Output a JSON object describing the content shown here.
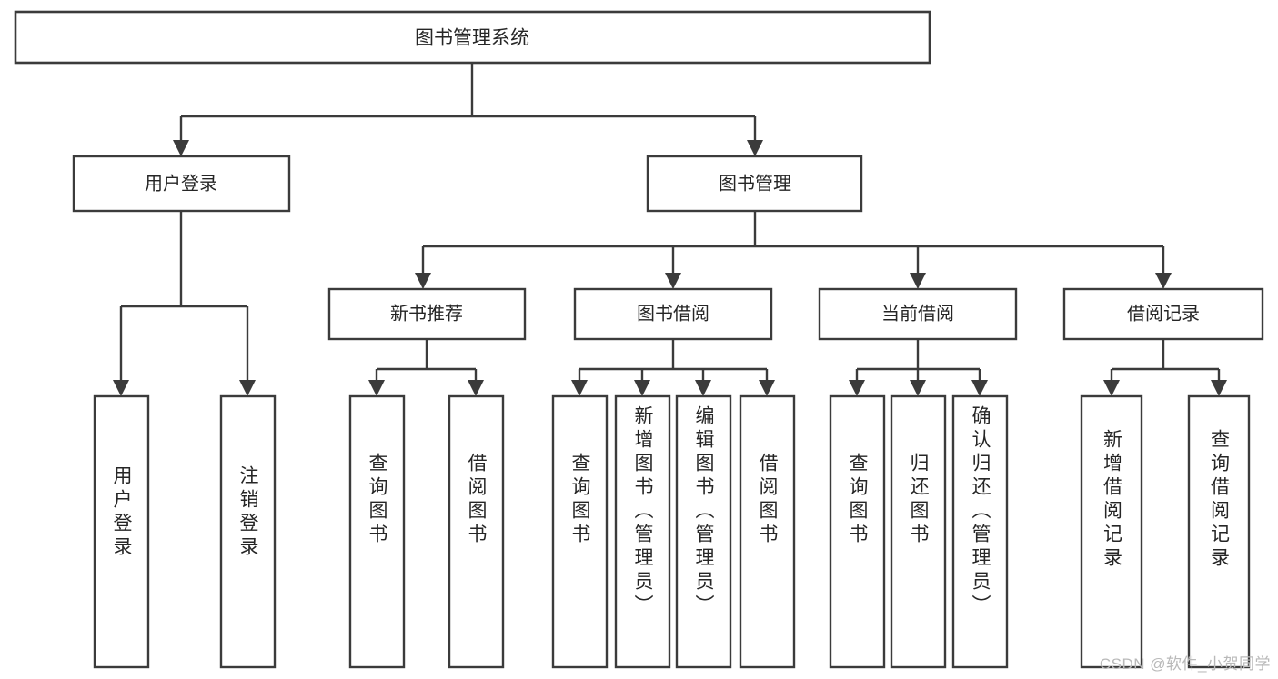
{
  "diagram": {
    "type": "tree",
    "title": "图书管理系统",
    "watermark": "CSDN @软件_小贺同学",
    "root": {
      "id": "root",
      "label": "图书管理系统"
    },
    "level2": [
      {
        "id": "user-login",
        "label": "用户登录"
      },
      {
        "id": "book-manage",
        "label": "图书管理"
      }
    ],
    "level3": [
      {
        "id": "new-book-recommend",
        "label": "新书推荐",
        "parent": "book-manage"
      },
      {
        "id": "book-borrow",
        "label": "图书借阅",
        "parent": "book-manage"
      },
      {
        "id": "current-borrow",
        "label": "当前借阅",
        "parent": "book-manage"
      },
      {
        "id": "borrow-record",
        "label": "借阅记录",
        "parent": "book-manage"
      }
    ],
    "leaves": [
      {
        "id": "leaf-user-login",
        "label": "用户登录",
        "parent": "user-login"
      },
      {
        "id": "leaf-logout-login",
        "label": "注销登录",
        "parent": "user-login"
      },
      {
        "id": "leaf-query-book-1",
        "label": "查询图书",
        "parent": "new-book-recommend"
      },
      {
        "id": "leaf-borrow-book-1",
        "label": "借阅图书",
        "parent": "new-book-recommend"
      },
      {
        "id": "leaf-query-book-2",
        "label": "查询图书",
        "parent": "book-borrow"
      },
      {
        "id": "leaf-add-book",
        "label": "新增图书（管理员）",
        "parent": "book-borrow"
      },
      {
        "id": "leaf-edit-book",
        "label": "编辑图书（管理员）",
        "parent": "book-borrow"
      },
      {
        "id": "leaf-borrow-book-2",
        "label": "借阅图书",
        "parent": "book-borrow"
      },
      {
        "id": "leaf-query-book-3",
        "label": "查询图书",
        "parent": "current-borrow"
      },
      {
        "id": "leaf-return-book",
        "label": "归还图书",
        "parent": "current-borrow"
      },
      {
        "id": "leaf-confirm-return",
        "label": "确认归还（管理员）",
        "parent": "current-borrow"
      },
      {
        "id": "leaf-add-record",
        "label": "新增借阅记录",
        "parent": "borrow-record"
      },
      {
        "id": "leaf-query-record",
        "label": "查询借阅记录",
        "parent": "borrow-record"
      }
    ],
    "colors": {
      "stroke": "#3b3b3b",
      "fill": "#ffffff",
      "text": "#262626",
      "watermark": "#b9b9b9",
      "background": "#ffffff"
    }
  }
}
